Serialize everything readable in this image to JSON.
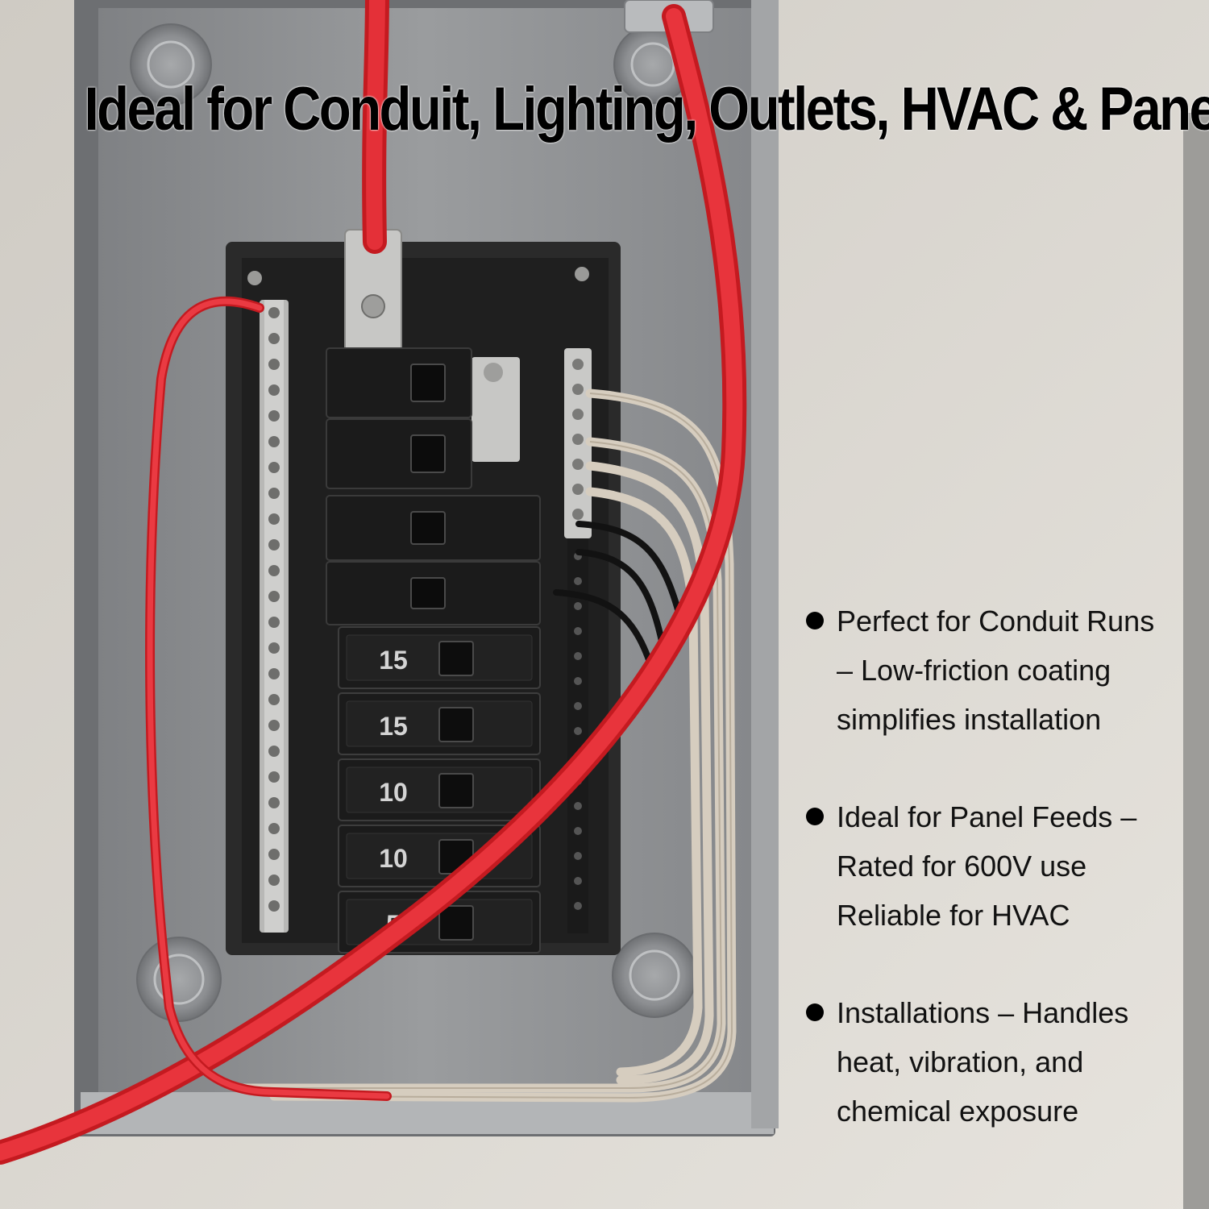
{
  "headline": "Ideal for Conduit, Lighting, Outlets, HVAC & Panels",
  "features": [
    {
      "icon": "bullet-dot",
      "lines": [
        "Perfect for Conduit Runs",
        "– Low-friction coating",
        "simplifies installation"
      ]
    },
    {
      "icon": "bullet-dot",
      "lines": [
        "Ideal for Panel Feeds –",
        "Rated for 600V use",
        "Reliable for HVAC"
      ]
    },
    {
      "icon": "bullet-dot",
      "lines": [
        "Installations – Handles",
        "heat, vibration, and",
        "chemical exposure"
      ]
    }
  ],
  "breaker_ratings": [
    "15",
    "15",
    "10",
    "10",
    "5"
  ],
  "colors": {
    "wire_red": "#e0232a",
    "wire_white": "#d9d0c2",
    "panel_gray": "#8e9092",
    "breaker_black": "#1b1b1b"
  }
}
